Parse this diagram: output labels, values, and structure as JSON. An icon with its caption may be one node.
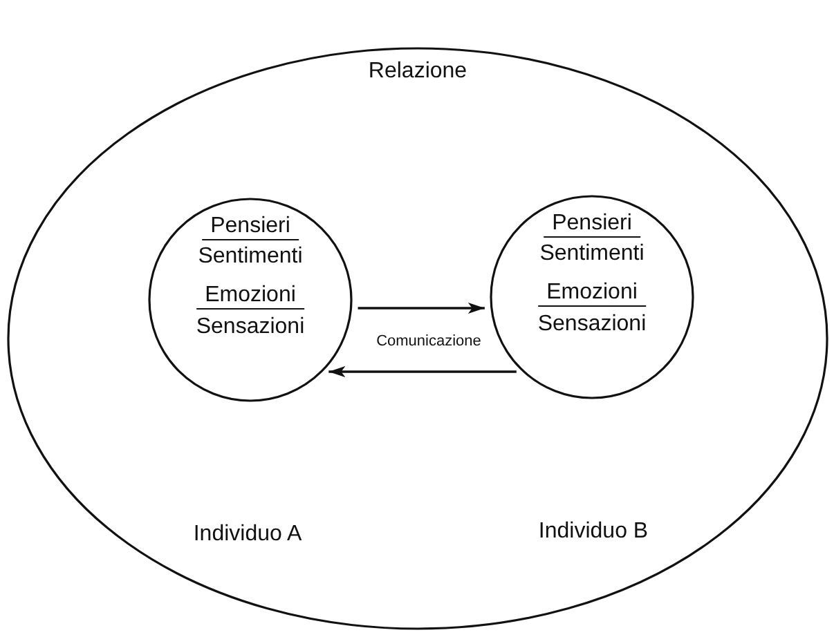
{
  "diagram": {
    "nodes": [
      {
        "text": [
          "Relazione"
        ]
      },
      {
        "text": [
          "Pensieri",
          "Sentimenti",
          "Emozioni",
          "Sensazioni"
        ],
        "in": 0
      },
      {
        "text": [
          "Pensieri",
          "Sentimenti",
          "Emozioni",
          "Sensazioni"
        ],
        "in": 0
      }
    ],
    "edges": [
      {
        "from": 1,
        "to": 2,
        "arrow": "to"
      },
      {
        "from": 2,
        "to": 1,
        "arrow": "to"
      }
    ],
    "labels": [
      "Comunicazione",
      "Individuo A",
      "Individuo B"
    ]
  }
}
